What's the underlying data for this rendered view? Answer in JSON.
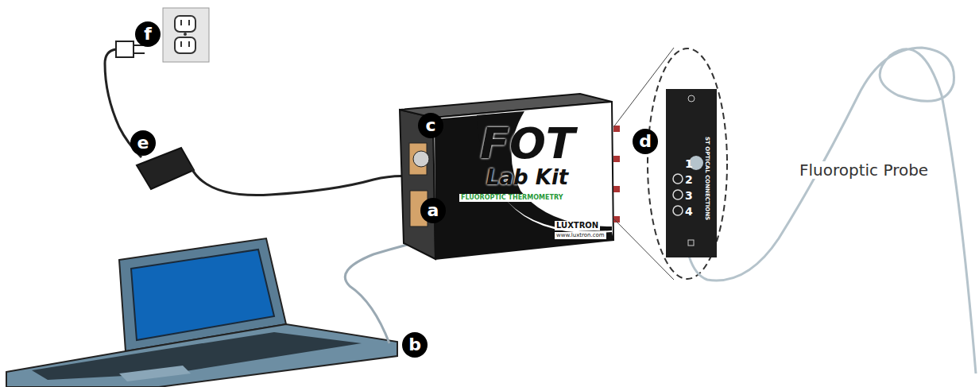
{
  "diagram": {
    "nodes": [
      {
        "text": [
          "FOT",
          "Lab Kit",
          "FLUOROPTIC THERMOMETRY",
          "LUXTRON",
          "www.luxtron.com"
        ]
      },
      {
        "text": [
          "1",
          "2",
          "3",
          "4",
          "ST OPTICAL CONNECTIONS"
        ]
      }
    ],
    "labels": [
      "f",
      "e",
      "c",
      "a",
      "b",
      "d",
      "Fluoroptic Probe"
    ]
  }
}
